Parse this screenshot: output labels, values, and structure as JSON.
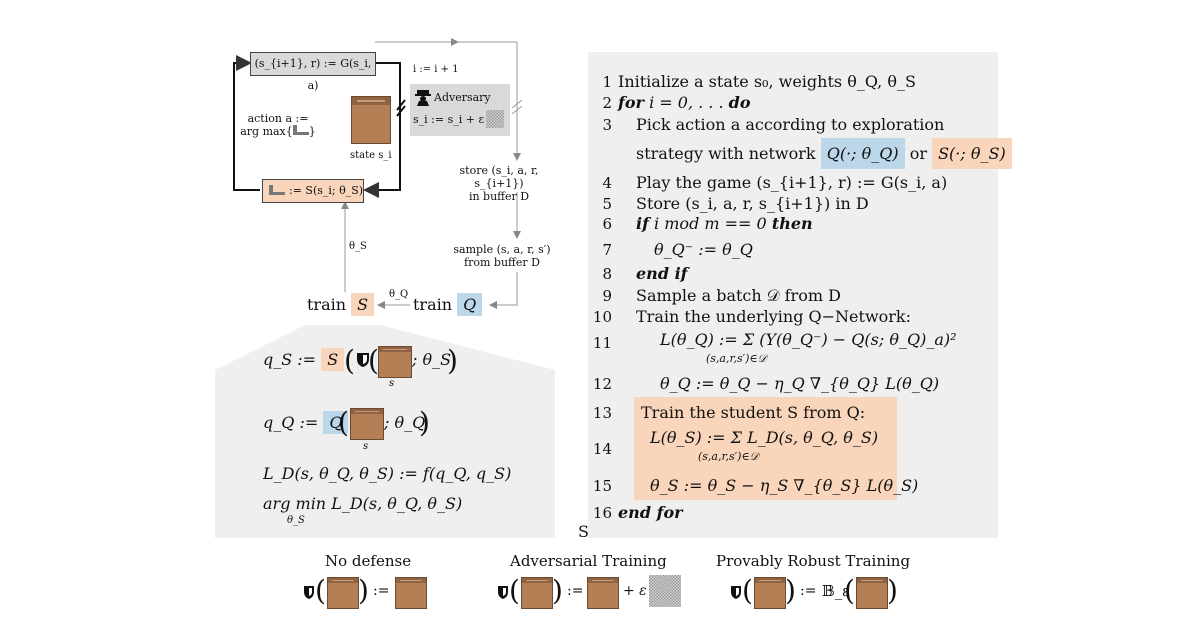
{
  "loop": {
    "game_step": "(s_{i+1}, r) := G(s_i, a)",
    "i_update": "i := i + 1",
    "action_label_1": "action a :=",
    "action_label_2": "arg max{",
    "action_label_3": "}",
    "adversary_label": "Adversary",
    "adversary_formula": "s_i := s_i + ε",
    "state_label": "state s_i",
    "student_formula": ":= S(s_i; θ_S)",
    "store_1": "store (s_i, a, r, s_{i+1})",
    "store_2": "in buffer D",
    "sample_1": "sample (s, a, r, s′)",
    "sample_2": "from buffer D",
    "theta_s_label": "θ_S",
    "theta_q_label": "θ_Q",
    "train_word_1": "train",
    "train_S": "S",
    "train_word_2": "train",
    "train_Q": "Q"
  },
  "detail": {
    "qs_lhs": "q_S :=",
    "qs_S": "S",
    "qs_tail": "; θ_S",
    "qs_sub": "s",
    "qq_lhs": "q_Q :=",
    "qq_Q": "Q",
    "qq_tail": "; θ_Q",
    "qq_sub": "s",
    "ld": "L_D(s, θ_Q, θ_S) := f(q_Q, q_S)",
    "argmin": "arg min L_D(s, θ_Q, θ_S)",
    "argmin_sub": "θ_S"
  },
  "algorithm": {
    "lines": [
      {
        "n": "1",
        "text": "Initialize a state s₀, weights θ_Q, θ_S"
      },
      {
        "n": "2",
        "kw": "for",
        "text": " i = 0, . . . ",
        "kw2": "do"
      },
      {
        "n": "3",
        "text": "Pick action a according to exploration"
      },
      {
        "n": "",
        "text": "strategy with network"
      },
      {
        "n": "4",
        "text": "Play the game (s_{i+1}, r) := G(s_i, a)"
      },
      {
        "n": "5",
        "text": "Store (s_i, a, r, s_{i+1}) in D"
      },
      {
        "n": "6",
        "kw": "if",
        "text": " i  mod m == 0 ",
        "kw2": "then"
      },
      {
        "n": "7",
        "text": "θ_Q⁻ := θ_Q"
      },
      {
        "n": "8",
        "kw": "end if",
        "text": ""
      },
      {
        "n": "9",
        "text": "Sample a batch 𝒟 from D"
      },
      {
        "n": "10",
        "text": "Train the underlying Q−Network:"
      },
      {
        "n": "11",
        "text": "L(θ_Q) := Σ (Y(θ_Q⁻) − Q(s; θ_Q)_a)²"
      },
      {
        "n": "",
        "text": "(s,a,r,s′)∈𝒟"
      },
      {
        "n": "12",
        "text": "θ_Q := θ_Q − η_Q ∇_{θ_Q} L(θ_Q)"
      },
      {
        "n": "13",
        "text": "Train the student S from Q:"
      },
      {
        "n": "14",
        "text": "L(θ_S) := Σ L_D(s, θ_Q, θ_S)"
      },
      {
        "n": "",
        "text": "(s,a,r,s′)∈𝒟"
      },
      {
        "n": "15",
        "text": "θ_S := θ_S − η_S ∇_{θ_S} L(θ_S)"
      },
      {
        "n": "16",
        "kw": "end for",
        "text": ""
      }
    ],
    "q_net": "Q(·; θ_Q)",
    "or": "or",
    "s_net": "S(·; θ_S)",
    "stray": "S"
  },
  "bottom": {
    "no_defense": "No defense",
    "adv_training": "Adversarial Training",
    "robust_training": "Provably Robust Training",
    "assign": ":=",
    "plus_eps": "+ ε",
    "ball": "𝔹_ε"
  },
  "colors": {
    "orange": "#f9d5bb",
    "blue": "#bcd7ea",
    "panel_gray": "#efefef",
    "game_brown": "#b57f55"
  }
}
